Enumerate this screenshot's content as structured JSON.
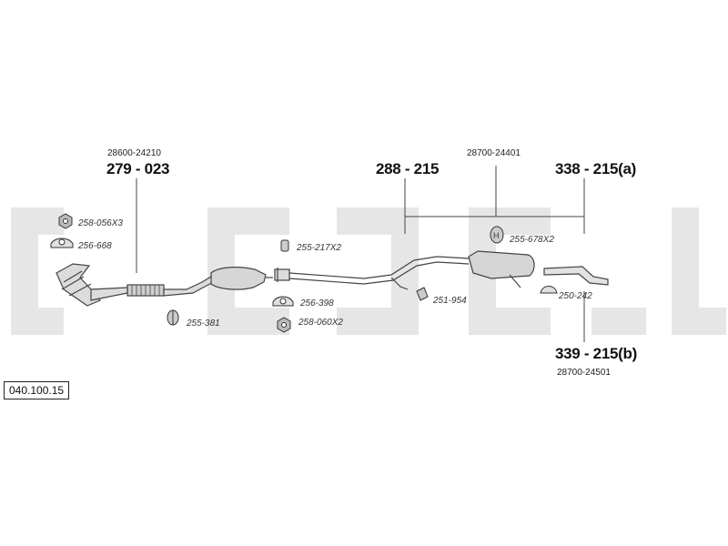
{
  "diagram": {
    "reference_number": "040.100.15",
    "main_parts": {
      "front_pipe": {
        "number": "279 - 023",
        "oem": "28600-24210"
      },
      "middle_pipe": {
        "number": "288 - 215"
      },
      "rear_silencer_a": {
        "number": "338 - 215(a)"
      },
      "rear_silencer_b": {
        "number": "339 - 215(b)",
        "oem": "28700-24501"
      },
      "rear_group_oem": "28700-24401"
    },
    "fittings": {
      "nut_front": "258-056X3",
      "gasket_front": "256-668",
      "mount_cat": "255-381",
      "clamp_mid": "255-217X2",
      "gasket_mid": "256-398",
      "nut_mid": "258-060X2",
      "hanger_mid": "251-954",
      "mount_rear": "255-678X2",
      "clamp_rear": "250-242"
    },
    "colors": {
      "watermark": "#e6e6e6",
      "line": "#555555",
      "part_fill": "#dcdcdc"
    }
  }
}
